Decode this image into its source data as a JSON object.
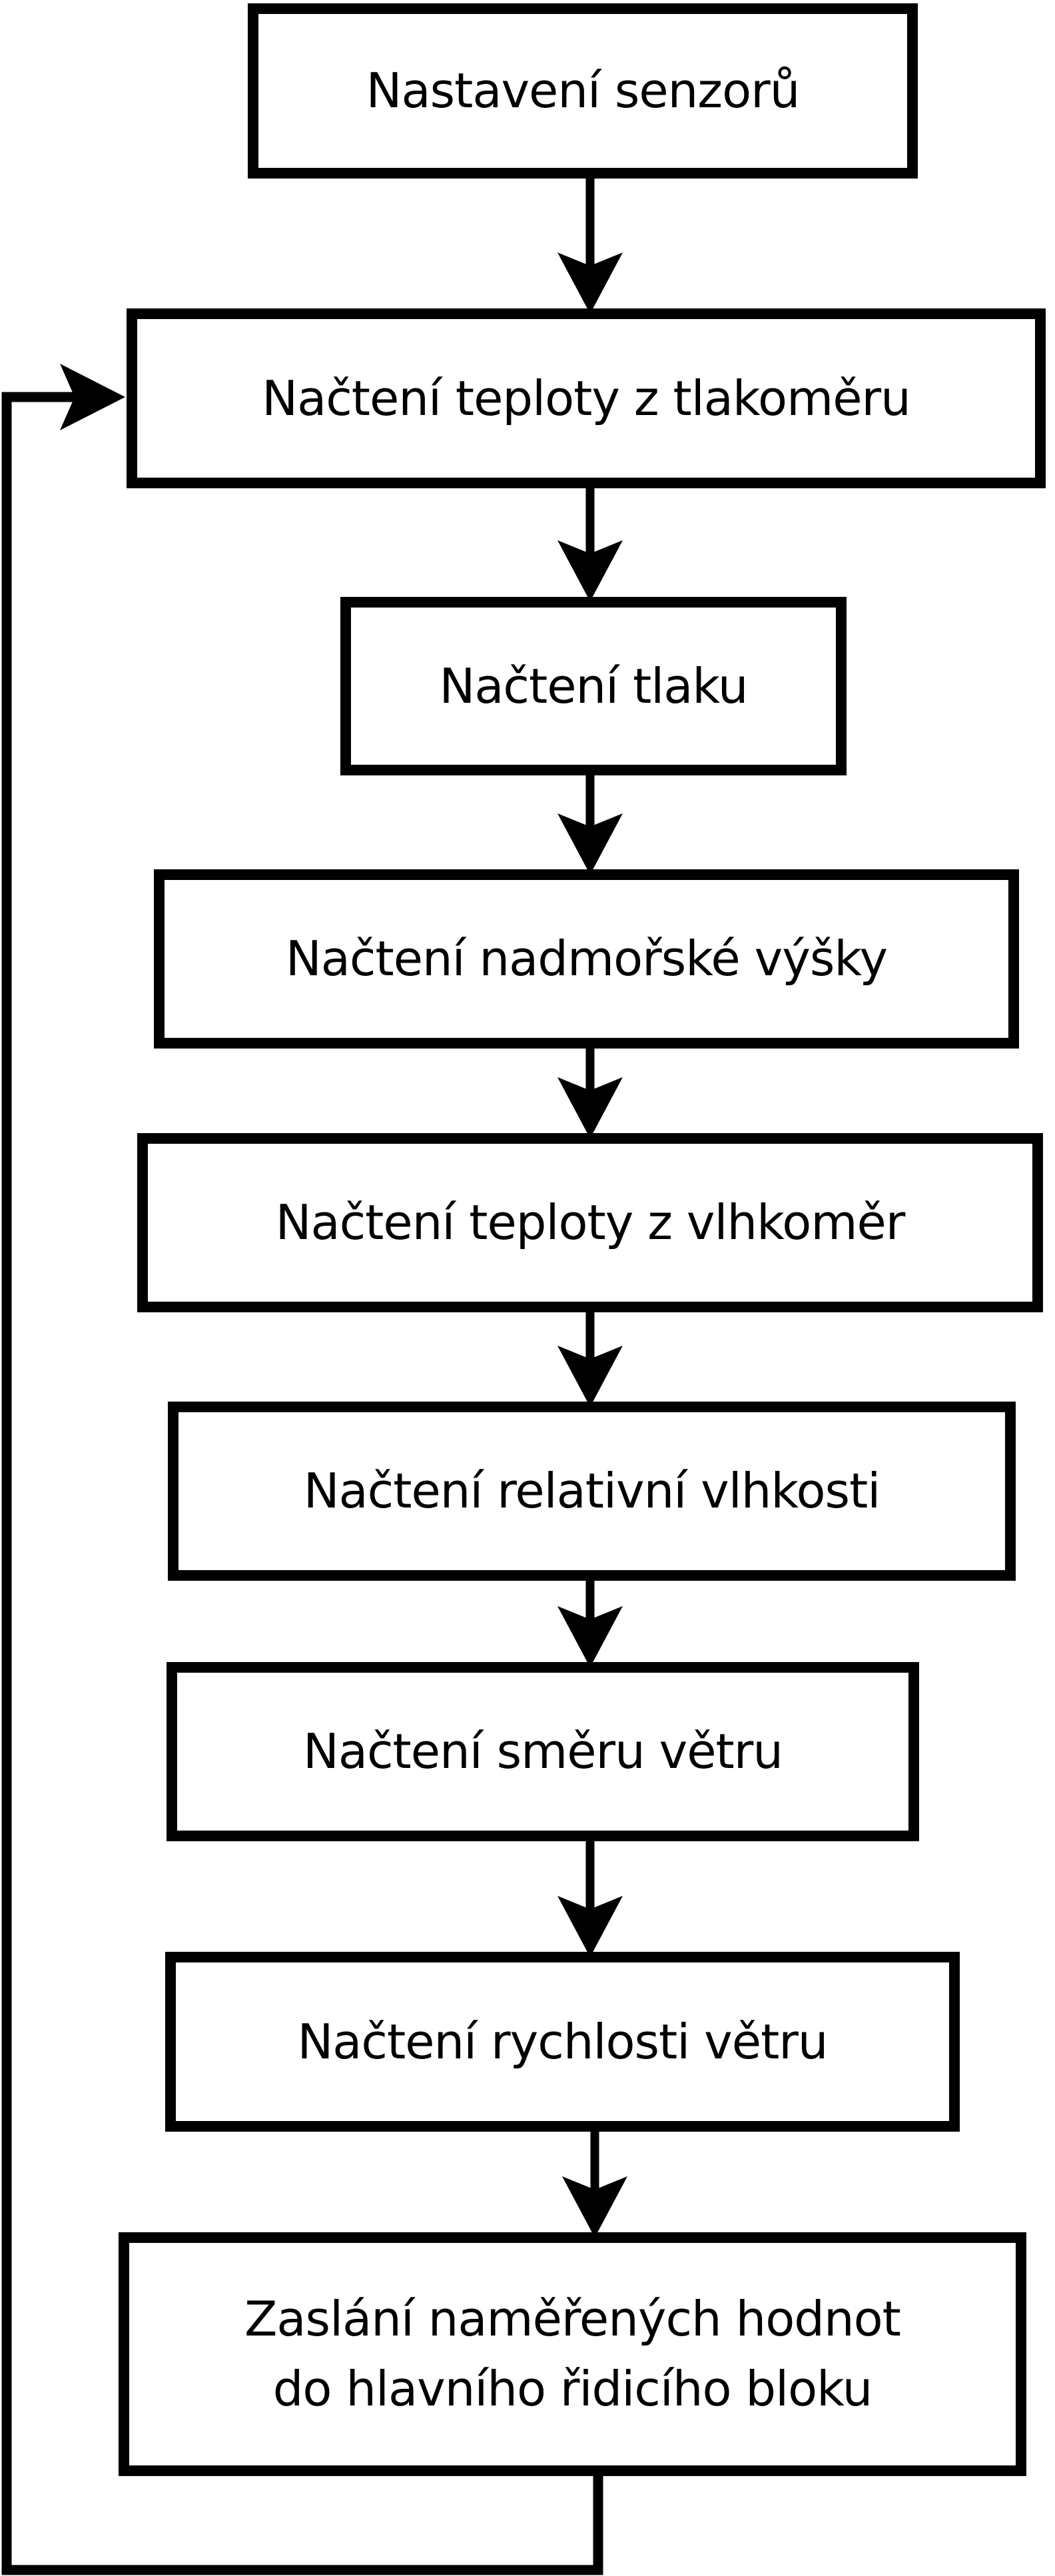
{
  "diagram": {
    "title": "Sensor reading flowchart",
    "colors": {
      "ink": "#000000",
      "paper": "#ffffff"
    },
    "nodes": [
      {
        "id": "setup-sensors",
        "label": "Nastavení senzorů"
      },
      {
        "id": "read-temp-barometer",
        "label": "Načtení teploty z tlakoměru"
      },
      {
        "id": "read-pressure",
        "label": "Načtení tlaku"
      },
      {
        "id": "read-altitude",
        "label": "Načtení nadmořské výšky"
      },
      {
        "id": "read-temp-hygrometer",
        "label": "Načtení teploty z vlhkoměr"
      },
      {
        "id": "read-relative-humidity",
        "label": "Načtení relativní vlhkosti"
      },
      {
        "id": "read-wind-direction",
        "label": "Načtení směru větru"
      },
      {
        "id": "read-wind-speed",
        "label": "Načtení rychlosti větru"
      },
      {
        "id": "send-values",
        "label": "Zaslání naměřených hodnot do hlavního řidicího bloku",
        "lines": [
          "Zaslání naměřených hodnot",
          "do hlavního řidicího bloku"
        ]
      }
    ],
    "edges": [
      {
        "from": "setup-sensors",
        "to": "read-temp-barometer"
      },
      {
        "from": "read-temp-barometer",
        "to": "read-pressure"
      },
      {
        "from": "read-pressure",
        "to": "read-altitude"
      },
      {
        "from": "read-altitude",
        "to": "read-temp-hygrometer"
      },
      {
        "from": "read-temp-hygrometer",
        "to": "read-relative-humidity"
      },
      {
        "from": "read-relative-humidity",
        "to": "read-wind-direction"
      },
      {
        "from": "read-wind-direction",
        "to": "read-wind-speed"
      },
      {
        "from": "read-wind-speed",
        "to": "send-values"
      },
      {
        "from": "send-values",
        "to": "read-temp-barometer",
        "type": "feedback-loop"
      }
    ]
  }
}
